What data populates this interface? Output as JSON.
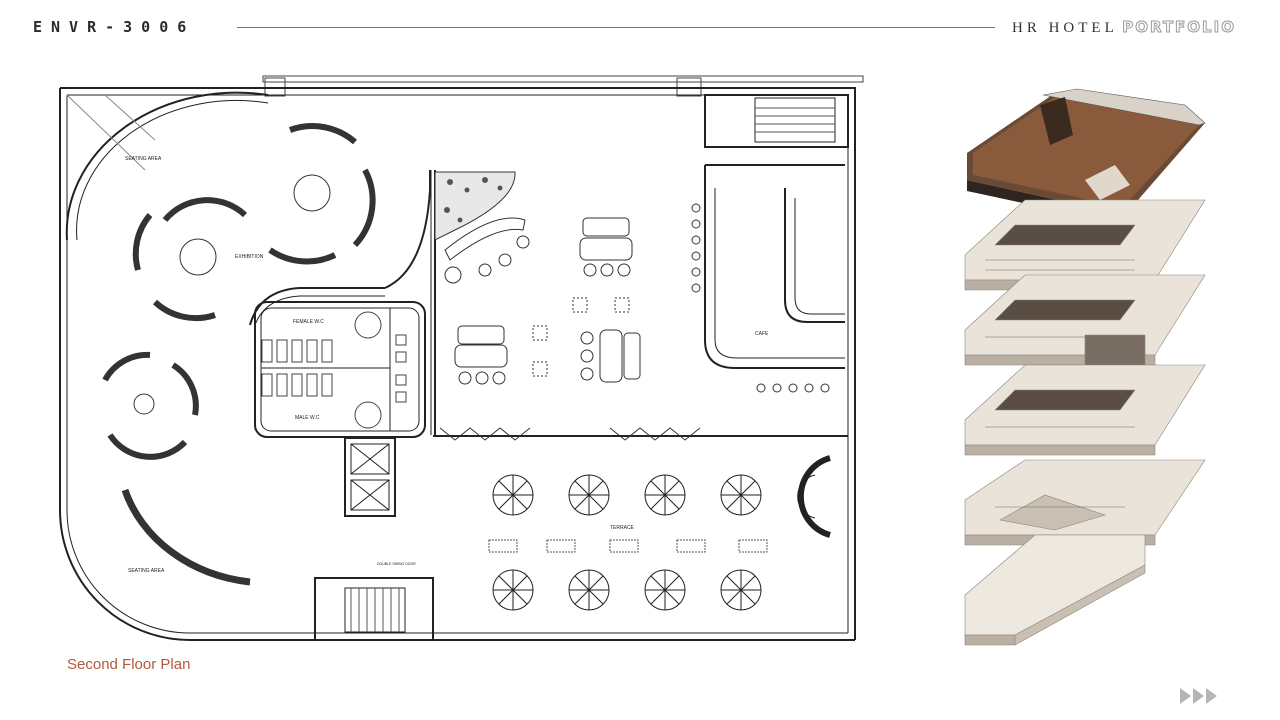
{
  "header": {
    "course_code": "ENVR-3006",
    "title_prefix": "HR HOTEL",
    "title_suffix": "PORTFOLIO"
  },
  "plan": {
    "labels": {
      "seating_top": "SEATING AREA",
      "exhibition": "EXHIBITION",
      "seating_bottom": "SEATING AREA",
      "female_wc": "FEMALE W.C",
      "male_wc": "MALE W.C",
      "cafe": "CAFE",
      "terrace": "TERRACE",
      "door": "DOUBLE SWING DOOR"
    }
  },
  "caption": "Second Floor Plan",
  "colors": {
    "caption": "#b25a3a",
    "wood_floor": "#8a5a3c",
    "model": "#e9e3da"
  },
  "icons": {
    "next": "triple-chevron-right-icon"
  }
}
